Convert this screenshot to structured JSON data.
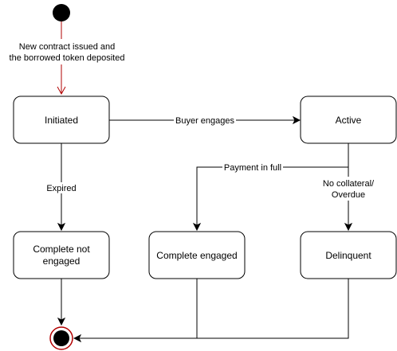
{
  "states": {
    "initiated": "Initiated",
    "active": "Active",
    "complete_not_engaged": [
      "Complete not",
      "engaged"
    ],
    "complete_engaged": "Complete engaged",
    "delinquent": "Delinquent"
  },
  "transitions": {
    "start_to_initiated": [
      "New contract issued and",
      "the borrowed token deposited"
    ],
    "initiated_to_active": "Buyer engages",
    "initiated_to_complete_not_engaged": "Expired",
    "active_to_complete_engaged": "Payment in full",
    "active_to_delinquent": [
      "No collateral/",
      "Overdue"
    ]
  },
  "colors": {
    "start_edge": "#b20000",
    "end_ring": "#b20000",
    "node_fill": "#000000"
  }
}
